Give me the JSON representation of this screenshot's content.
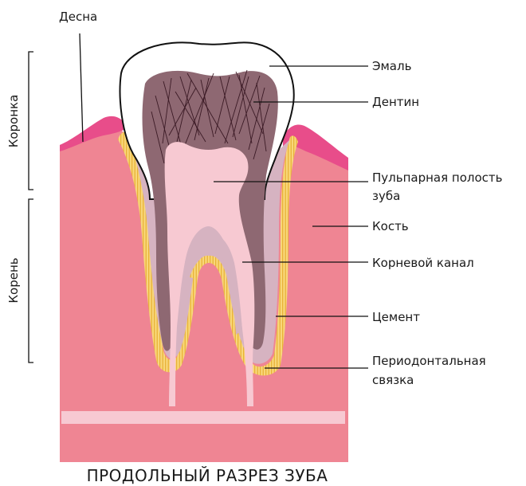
{
  "colors": {
    "bone": "#ef8593",
    "gum": "#e84d8a",
    "enamel": "#ffffff",
    "dentin": "#8e6872",
    "pulp": "#f7c9d2",
    "cementum": "#d6b3c1",
    "ligament": "#f8d77a",
    "ligament_stripe": "#e6ac2c",
    "vessel": "#f7c9d2"
  },
  "labels": {
    "gum": "Десна",
    "enamel": "Эмаль",
    "dentin": "Дентин",
    "pulp_line1": "Пульпарная полость",
    "pulp_line2": "зуба",
    "bone": "Кость",
    "root_canal": "Корневой канал",
    "cementum": "Цемент",
    "ligament_line1": "Периодонтальная",
    "ligament_line2": "связка"
  },
  "sections": {
    "crown": "Коронка",
    "root": "Корень"
  },
  "caption": "ПРОДОЛЬНЫЙ РАЗРЕЗ ЗУБА"
}
